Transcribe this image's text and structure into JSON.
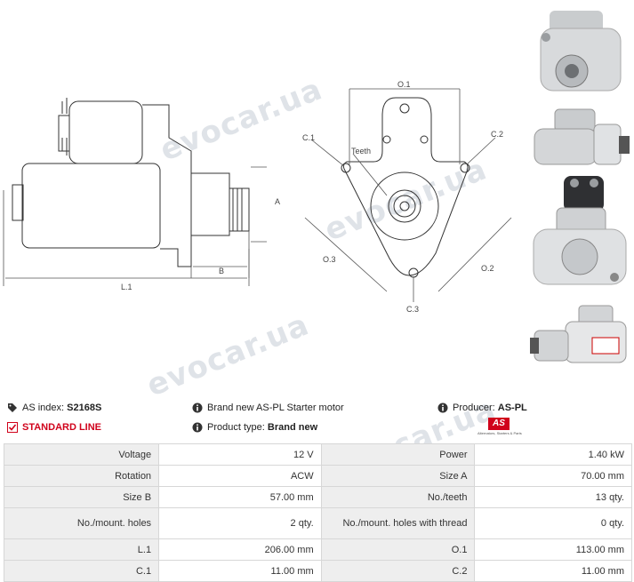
{
  "watermark": "evocar.ua",
  "drawing_labels": {
    "side": {
      "a": "A",
      "b": "B",
      "l1": "L.1"
    },
    "front": {
      "o1": "O.1",
      "o2": "O.2",
      "o3": "O.3",
      "c1": "C.1",
      "c2": "C.2",
      "c3": "C.3",
      "teeth": "Teeth"
    }
  },
  "info": {
    "as_index_label": "AS index:",
    "as_index_value": "S2168S",
    "standard_line": "STANDARD LINE",
    "description": "Brand new AS-PL Starter motor",
    "product_type_label": "Product type:",
    "product_type_value": "Brand new",
    "producer_label": "Producer:",
    "producer_value": "AS-PL",
    "logo_text": "AS",
    "logo_subtext": "Alternators, Starters & Parts"
  },
  "specs": [
    {
      "l1": "Voltage",
      "v1": "12 V",
      "l2": "Power",
      "v2": "1.40 kW"
    },
    {
      "l1": "Rotation",
      "v1": "ACW",
      "l2": "Size A",
      "v2": "70.00 mm"
    },
    {
      "l1": "Size B",
      "v1": "57.00 mm",
      "l2": "No./teeth",
      "v2": "13 qty."
    },
    {
      "l1": "No./mount. holes",
      "v1": "2 qty.",
      "l2": "No./mount. holes with thread",
      "v2": "0 qty."
    },
    {
      "l1": "L.1",
      "v1": "206.00 mm",
      "l2": "O.1",
      "v2": "113.00 mm"
    },
    {
      "l1": "C.1",
      "v1": "11.00 mm",
      "l2": "C.2",
      "v2": "11.00 mm"
    }
  ],
  "colors": {
    "accent": "#d0021b",
    "label_bg": "#eeeeee",
    "border": "#d7d7d7"
  }
}
